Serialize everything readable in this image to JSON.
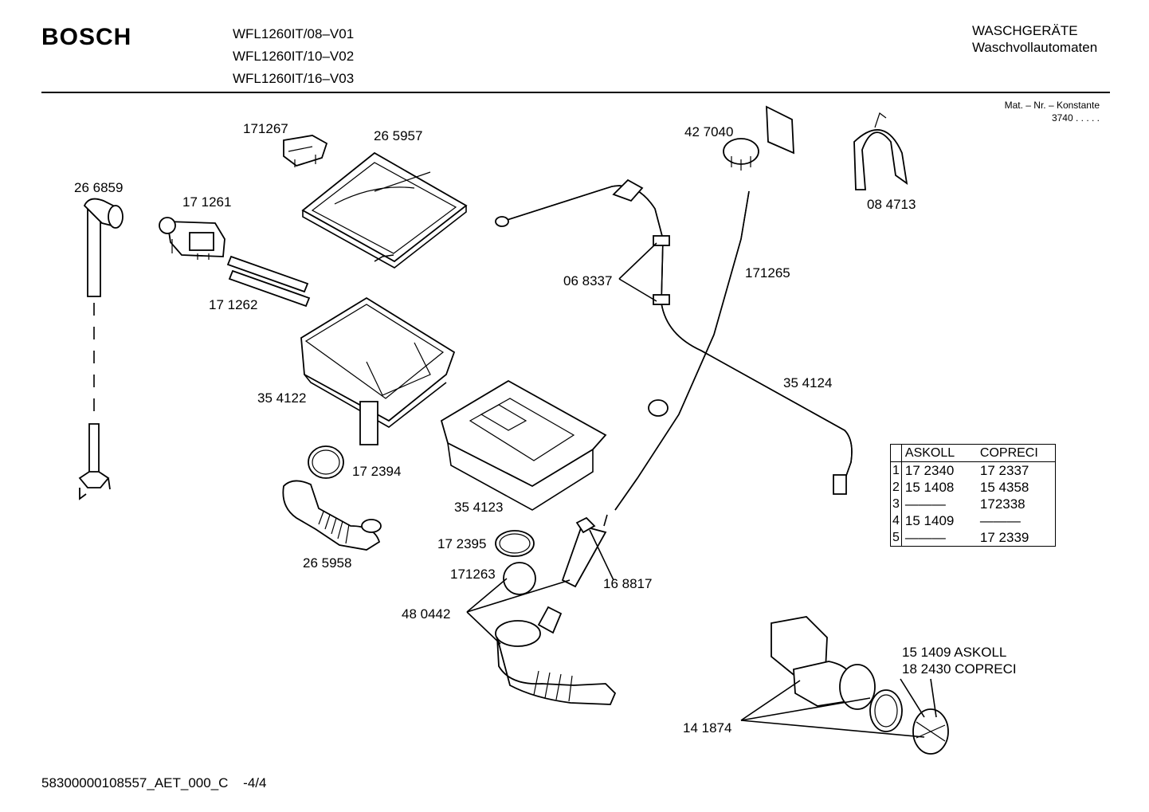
{
  "header": {
    "brand": "BOSCH",
    "models": [
      "WFL1260IT/08–V01",
      "WFL1260IT/10–V02",
      "WFL1260IT/16–V03"
    ],
    "category_line1": "WASCHGERÄTE",
    "category_line2": "Waschvollautomaten",
    "mat_label": "Mat. – Nr. – Konstante",
    "mat_value": "3740 . . . . ."
  },
  "parts": {
    "p171267": "171267",
    "p265957": "26 5957",
    "p266859": "26 6859",
    "p171261": "17 1261",
    "p171262": "17 1262",
    "p354122": "35 4122",
    "p172394": "17 2394",
    "p265958": "26 5958",
    "p354123": "35 4123",
    "p172395": "17 2395",
    "p171263": "171263",
    "p480442": "48 0442",
    "p168817": "16 8817",
    "p427040": "42 7040",
    "p084713": "08 4713",
    "p068337": "06 8337",
    "p171265": "171265",
    "p354124": "35 4124",
    "p151409_askoll": "15 1409  ASKOLL",
    "p182430_copreci": "18 2430  COPRECI",
    "p141874": "14 1874"
  },
  "alt_table": {
    "headers": [
      "",
      "ASKOLL",
      "COPRECI"
    ],
    "rows": [
      {
        "n": "1",
        "askoll": "17 2340",
        "copreci": "17 2337"
      },
      {
        "n": "2",
        "askoll": "15 1408",
        "copreci": "15 4358"
      },
      {
        "n": "3",
        "askoll": "———",
        "copreci": "172338"
      },
      {
        "n": "4",
        "askoll": "15 1409",
        "copreci": "———"
      },
      {
        "n": "5",
        "askoll": "———",
        "copreci": "17 2339"
      }
    ]
  },
  "footer": {
    "doc_id": "58300000108557_AET_000_C",
    "page": "-4/4"
  }
}
